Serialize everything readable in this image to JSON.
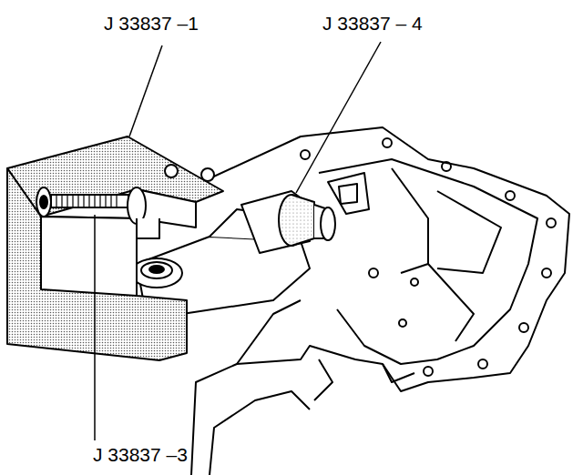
{
  "diagram": {
    "labels": [
      "J 33837 –1",
      "J 33837 – 4",
      "J 33837 –3"
    ]
  }
}
